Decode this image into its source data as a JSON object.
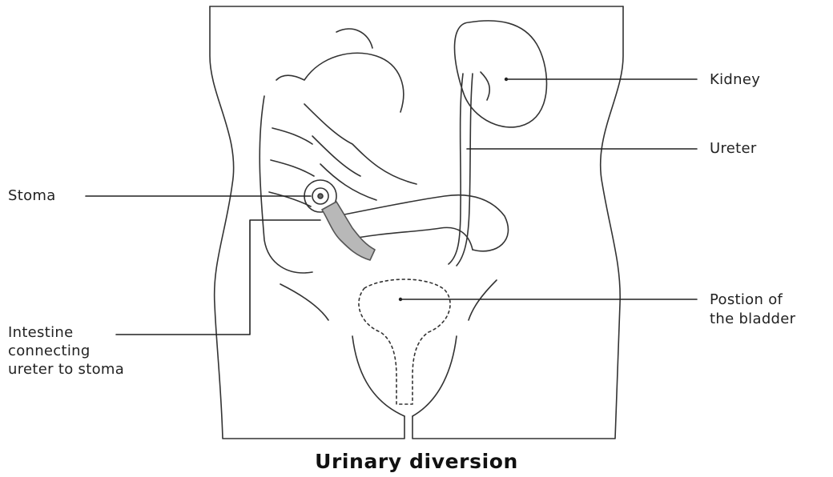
{
  "diagram": {
    "title": "Urinary diversion",
    "labels": {
      "kidney": "Kidney",
      "ureter": "Ureter",
      "stoma": "Stoma",
      "bladder_line1": "Postion of",
      "bladder_line2": "the bladder",
      "intestine_line1": "Intestine",
      "intestine_line2": "connecting",
      "intestine_line3": "ureter to stoma"
    }
  }
}
